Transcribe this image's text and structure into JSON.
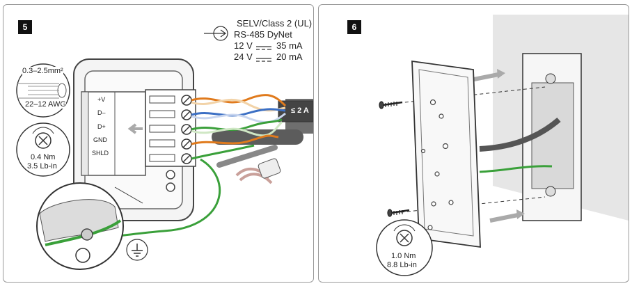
{
  "panels": [
    {
      "step": "5",
      "spec": {
        "line1": "SELV/Class 2 (UL)",
        "line2": "RS-485 DyNet",
        "line3_v": "12 V",
        "line3_a": "35 mA",
        "line4_v": "24 V",
        "line4_a": "20 mA"
      },
      "gauge": {
        "size": "0.3–2.5mm²",
        "awg": "22–12 AWG"
      },
      "torque": {
        "nm": "0.4 Nm",
        "lbin": "3.5 Lb-in"
      },
      "terminals": [
        "+V",
        "D–",
        "D+",
        "GND",
        "SHLD"
      ],
      "cable_rating": "≤ 2 A",
      "icons": [
        "input-arrow-icon",
        "wire-gauge-icon",
        "screwdriver-torque-icon",
        "earth-ground-icon"
      ]
    },
    {
      "step": "6",
      "torque": {
        "nm": "1.0 Nm",
        "lbin": "8.8 Lb-in"
      },
      "icons": [
        "screwdriver-torque-icon"
      ]
    }
  ],
  "colors": {
    "wire_green": "#3aa03a",
    "wire_orange": "#e07a1c",
    "wire_blue": "#3b6fc4",
    "badge": "#111111",
    "wall": "#e6e6e6"
  }
}
